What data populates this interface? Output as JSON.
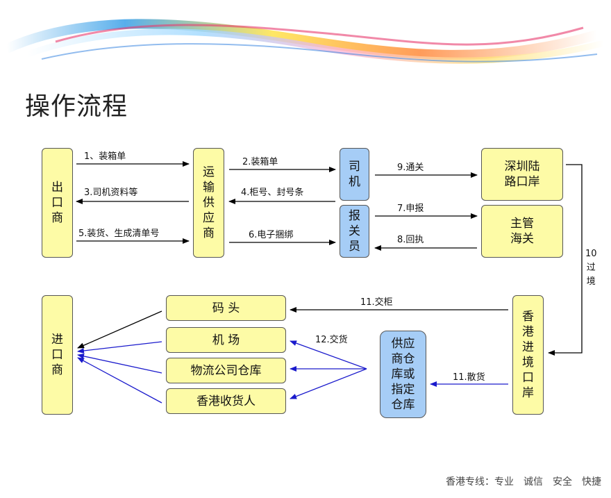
{
  "title": "操作流程",
  "boxes": {
    "exporter": [
      "出",
      "口",
      "商"
    ],
    "transport": [
      "运",
      "输",
      "供",
      "应",
      "商"
    ],
    "driver": [
      "司",
      "机"
    ],
    "broker": [
      "报",
      "关",
      "员"
    ],
    "sz_port": [
      "深圳陆",
      "路口岸"
    ],
    "customs": [
      "主管",
      "海关"
    ],
    "hk_port": [
      "香",
      "港",
      "进",
      "境",
      "口",
      "岸"
    ],
    "importer": [
      "进",
      "口",
      "商"
    ],
    "pier": "码 头",
    "airport": "机 场",
    "warehouse": "物流公司仓库",
    "consignee": "香港收货人",
    "supplier": [
      "供应",
      "商仓",
      "库或",
      "指定",
      "仓库"
    ]
  },
  "labels": {
    "l1": "1、装箱单",
    "l2": "2.装箱单",
    "l3": "3.司机资料等",
    "l4": "4.柜号、封号条",
    "l5": "5.装货、生成清单号",
    "l6": "6.电子捆绑",
    "l7": "7.申报",
    "l8": "8.回执",
    "l9": "9.通关",
    "l10": [
      "10",
      "过",
      "境"
    ],
    "l11a": "11.交柜",
    "l11b": "11.散货",
    "l12": "12.交货"
  },
  "footer": "香港专线：专业　诚信　安全　快捷",
  "colors": {
    "yellow_box": "#fdfba6",
    "blue_box": "#a6cdf6",
    "arrow_black": "#000000",
    "arrow_blue": "#1a1acc"
  }
}
